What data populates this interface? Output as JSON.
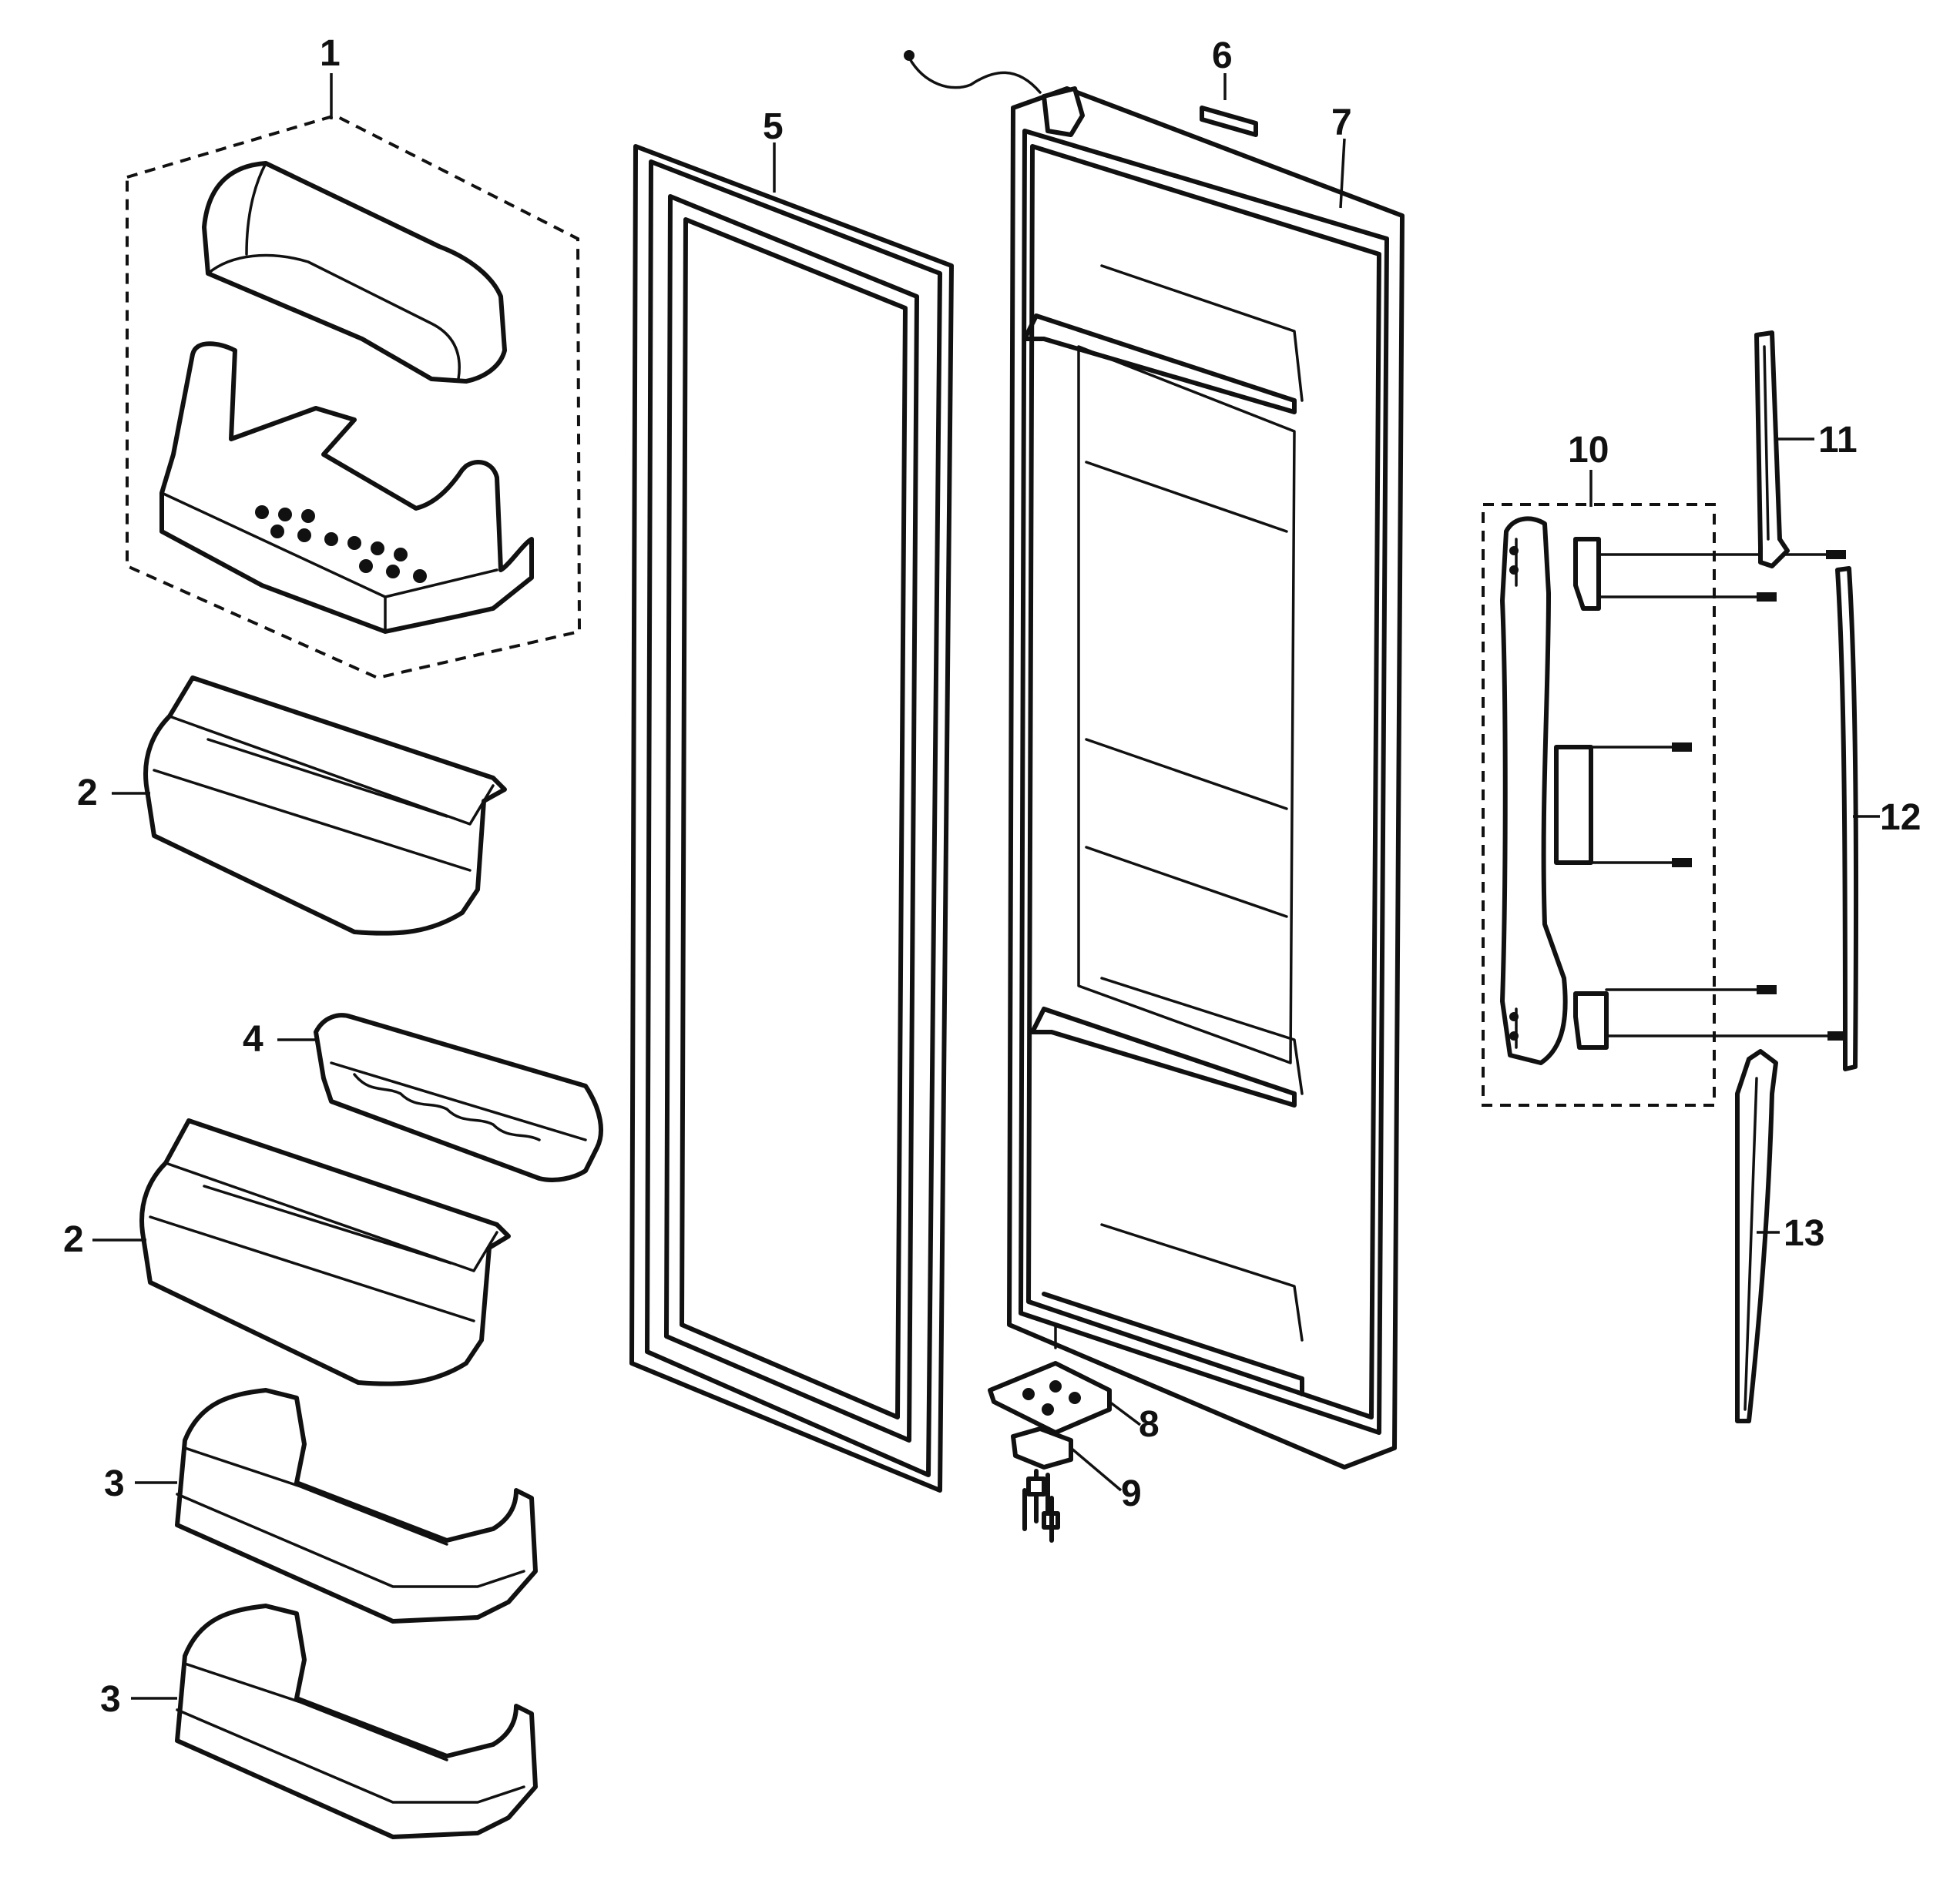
{
  "callouts": {
    "c1": "1",
    "c2a": "2",
    "c2b": "2",
    "c3a": "3",
    "c3b": "3",
    "c4": "4",
    "c5": "5",
    "c6": "6",
    "c7": "7",
    "c8": "8",
    "c9": "9",
    "c10": "10",
    "c11": "11",
    "c12": "12",
    "c13": "13"
  }
}
